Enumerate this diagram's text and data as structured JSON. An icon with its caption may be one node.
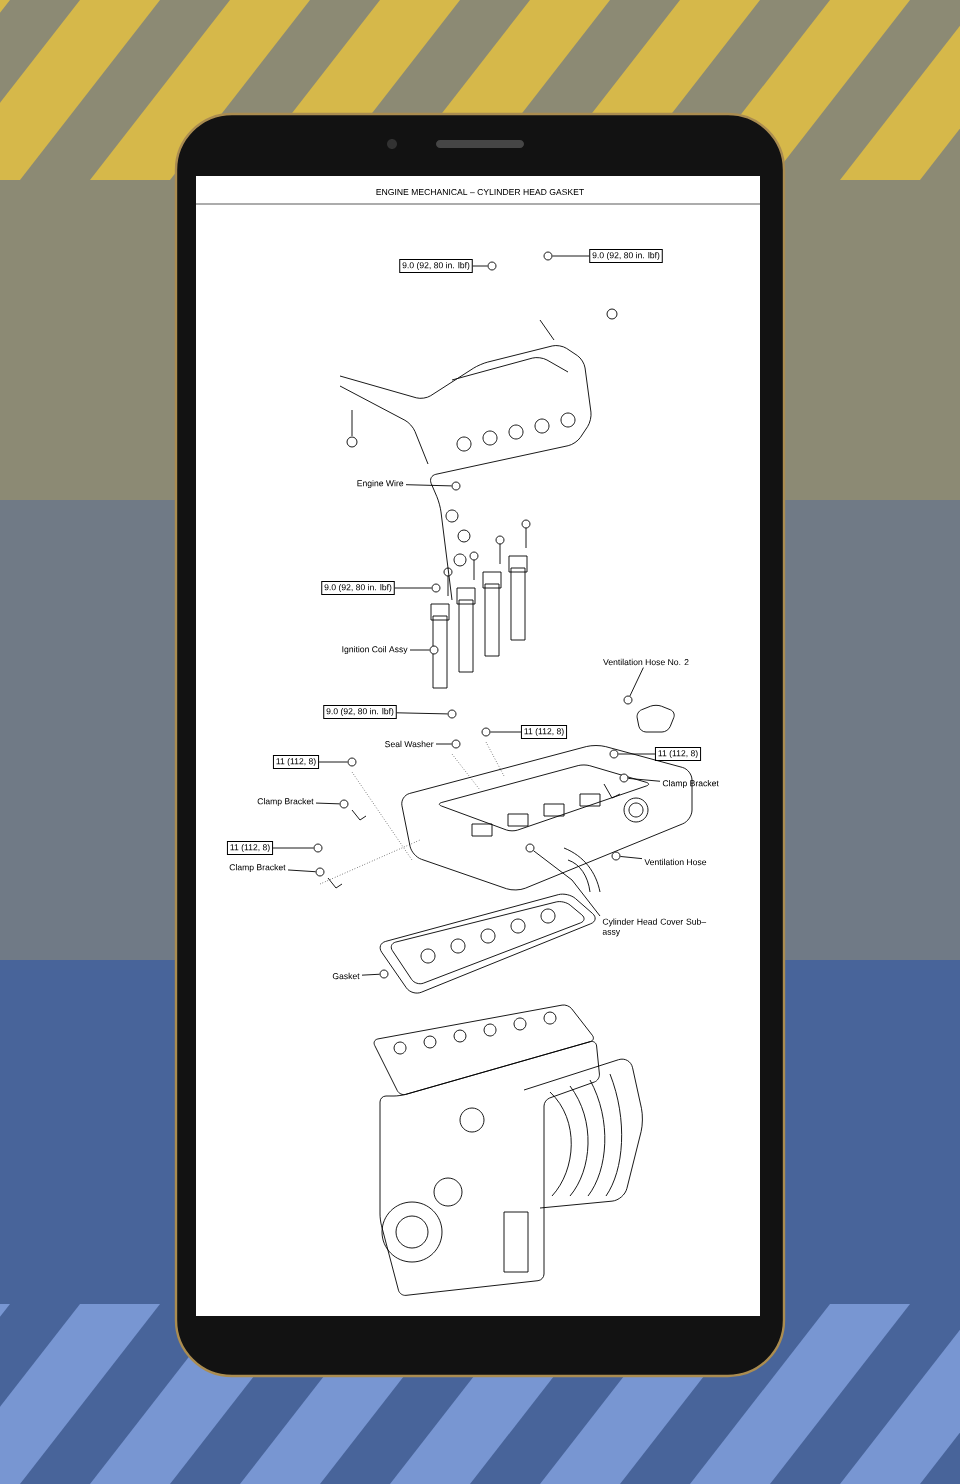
{
  "diagram": {
    "title": "ENGINE MECHANICAL – CYLINDER HEAD GASKET",
    "nodes": [
      {
        "text": [
          "9.0 (92, 80 in. lbf)"
        ]
      },
      {
        "text": [],
        "shape": "circle"
      },
      {
        "text": [
          "9.0 (92, 80 in. lbf)"
        ]
      },
      {
        "text": [],
        "shape": "circle"
      },
      {
        "text": [
          "Engine Wire"
        ]
      },
      {
        "text": [],
        "shape": "circle"
      },
      {
        "text": [
          "9.0 (92, 80 in. lbf)"
        ]
      },
      {
        "text": [],
        "shape": "circle"
      },
      {
        "text": [
          "Ignition Coil Assy"
        ]
      },
      {
        "text": [],
        "shape": "circle"
      },
      {
        "text": [
          "Ventilation Hose No. 2"
        ]
      },
      {
        "text": [],
        "shape": "circle"
      },
      {
        "text": [
          "9.0 (92, 80 in. lbf)"
        ]
      },
      {
        "text": [],
        "shape": "circle"
      },
      {
        "text": [
          "Seal Washer"
        ]
      },
      {
        "text": [],
        "shape": "circle"
      },
      {
        "text": [
          "11 (112, 8)"
        ]
      },
      {
        "text": [],
        "shape": "circle"
      },
      {
        "text": [
          "11 (112, 8)"
        ]
      },
      {
        "text": [],
        "shape": "circle"
      },
      {
        "text": [
          "11 (112, 8)"
        ]
      },
      {
        "text": [],
        "shape": "circle"
      },
      {
        "text": [
          "Clamp Bracket"
        ]
      },
      {
        "text": [],
        "shape": "circle"
      },
      {
        "text": [
          "Clamp Bracket"
        ]
      },
      {
        "text": [],
        "shape": "circle"
      },
      {
        "text": [
          "11 (112, 8)"
        ]
      },
      {
        "text": [],
        "shape": "circle"
      },
      {
        "text": [
          "Clamp Bracket"
        ]
      },
      {
        "text": [],
        "shape": "circle"
      },
      {
        "text": [
          "Ventilation Hose"
        ]
      },
      {
        "text": [],
        "shape": "circle"
      },
      {
        "text": [
          "Cylinder Head Cover Sub–assy"
        ]
      },
      {
        "text": [],
        "shape": "circle"
      },
      {
        "text": [
          "Gasket"
        ]
      },
      {
        "text": [],
        "shape": "circle"
      }
    ],
    "edges": [
      {
        "from": 0,
        "to": 1,
        "arrow": "none"
      },
      {
        "from": 3,
        "to": 2,
        "arrow": "none"
      },
      {
        "from": 4,
        "to": 5,
        "arrow": "none"
      },
      {
        "from": 6,
        "to": 7,
        "arrow": "none"
      },
      {
        "from": 8,
        "to": 9,
        "arrow": "none"
      },
      {
        "from": 10,
        "to": 11,
        "arrow": "none"
      },
      {
        "from": 12,
        "to": 13,
        "arrow": "none"
      },
      {
        "from": 14,
        "to": 15,
        "arrow": "none"
      },
      {
        "from": 17,
        "to": 16,
        "arrow": "none"
      },
      {
        "from": 18,
        "to": 19,
        "arrow": "none"
      },
      {
        "from": 21,
        "to": 20,
        "arrow": "none"
      },
      {
        "from": 22,
        "to": 23,
        "arrow": "none"
      },
      {
        "from": 25,
        "to": 24,
        "arrow": "none"
      },
      {
        "from": 26,
        "to": 27,
        "arrow": "none"
      },
      {
        "from": 28,
        "to": 29,
        "arrow": "none"
      },
      {
        "from": 31,
        "to": 30,
        "arrow": "none"
      },
      {
        "from": 32,
        "to": 33,
        "arrow": "none"
      },
      {
        "from": 34,
        "to": 35,
        "arrow": "none"
      }
    ]
  }
}
